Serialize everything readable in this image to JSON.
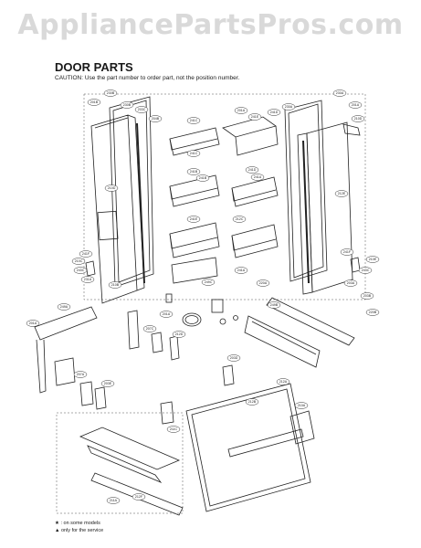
{
  "watermark": "AppliancePartsPros.com",
  "header": {
    "title": "DOOR PARTS",
    "caution": "CAUTION: Use the part number to order part, not the position number."
  },
  "footnotes": [
    "★ : on some models",
    "▲ only for the service"
  ],
  "labels": [
    "230B",
    "201B",
    "230B",
    "203C",
    "204B",
    "241C",
    "201A",
    "241E",
    "241D",
    "230A",
    "230A",
    "201A",
    "210D",
    "241C",
    "241B",
    "241D",
    "241A",
    "241B",
    "241E",
    "210D",
    "212C",
    "212E",
    "241F",
    "241F",
    "210C",
    "210E",
    "243C",
    "243C",
    "249C",
    "231A",
    "241A",
    "210B",
    "220A",
    "203A",
    "203B",
    "201A",
    "249A",
    "249B",
    "220B",
    "201A",
    "207C",
    "212D",
    "207A",
    "203E",
    "203D",
    "212A",
    "212B",
    "210A",
    "211C",
    "211A",
    "212F"
  ]
}
